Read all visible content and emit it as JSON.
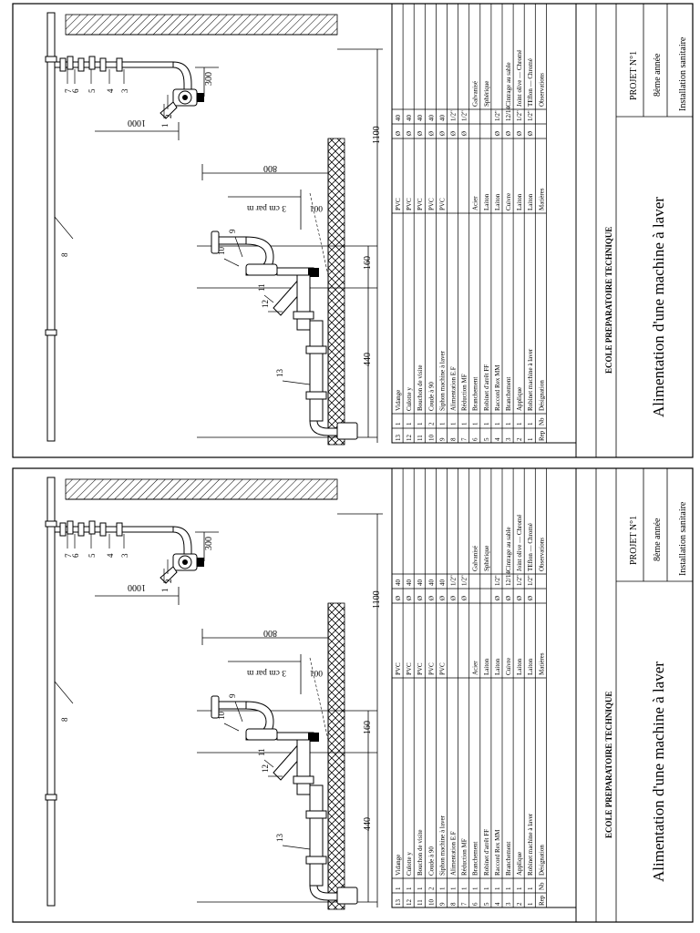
{
  "school": "ECOLE PREPARATOIRE TECHNIQUE",
  "drawing_title": "Alimentation d'une machine à laver",
  "project": {
    "name": "PROJET N°1",
    "level": "8ème année",
    "subject": "Installation sanitaire"
  },
  "dimensions": {
    "d300": "300",
    "d1000": "1000",
    "d800": "800",
    "d1100": "1100",
    "d160": "160",
    "d440": "440",
    "d001": "001",
    "slope": "3 cm par m"
  },
  "leaders": [
    "1",
    "2",
    "3",
    "4",
    "5",
    "6",
    "7",
    "8",
    "9",
    "10",
    "11",
    "12",
    "13"
  ],
  "bom_header": {
    "rep": "Rep",
    "nb": "Nb",
    "designation": "Désignation",
    "dim": "",
    "size": "",
    "material": "Matières",
    "observations": "Observations"
  },
  "bom_rows": [
    {
      "rep": "13",
      "nb": "1",
      "designation": "Vidange",
      "material": "PVC",
      "dim": "Ø",
      "size": "40",
      "observations": ""
    },
    {
      "rep": "12",
      "nb": "1",
      "designation": "Culotte y",
      "material": "PVC",
      "dim": "Ø",
      "size": "40",
      "observations": ""
    },
    {
      "rep": "11",
      "nb": "1",
      "designation": "Bouchon de visite",
      "material": "PVC",
      "dim": "Ø",
      "size": "40",
      "observations": ""
    },
    {
      "rep": "10",
      "nb": "2",
      "designation": "Coude à 90",
      "material": "PVC",
      "dim": "Ø",
      "size": "40",
      "observations": ""
    },
    {
      "rep": "9",
      "nb": "1",
      "designation": "Siphon machine à laver",
      "material": "PVC",
      "dim": "Ø",
      "size": "40",
      "observations": ""
    },
    {
      "rep": "8",
      "nb": "1",
      "designation": "Alimentation E.F",
      "material": "",
      "dim": "Ø",
      "size": "1/2\"",
      "observations": ""
    },
    {
      "rep": "7",
      "nb": "1",
      "designation": "Réduction MF",
      "material": "",
      "dim": "Ø",
      "size": "1/2\"",
      "observations": ""
    },
    {
      "rep": "6",
      "nb": "1",
      "designation": "Branchement",
      "material": "Acier",
      "dim": "",
      "size": "",
      "observations": "Galvanisé"
    },
    {
      "rep": "5",
      "nb": "1",
      "designation": "Robinet d'arrêt FF",
      "material": "Laiton",
      "dim": "",
      "size": "",
      "observations": "Sphérique"
    },
    {
      "rep": "4",
      "nb": "1",
      "designation": "Raccord Rex MM",
      "material": "Laiton",
      "dim": "Ø",
      "size": "1/2\"",
      "observations": ""
    },
    {
      "rep": "3",
      "nb": "1",
      "designation": "Branchement",
      "material": "Cuivre",
      "dim": "Ø",
      "size": "12/14",
      "observations": "Cintrage au sable"
    },
    {
      "rep": "2",
      "nb": "1",
      "designation": "Applique",
      "material": "Laiton",
      "dim": "Ø",
      "size": "1/2\"",
      "observations": "Joint olive — Chromé"
    },
    {
      "rep": "1",
      "nb": "1",
      "designation": "Robinet machine à laver",
      "material": "Laiton",
      "dim": "Ø",
      "size": "1/2\"",
      "observations": "TEflon — Chromé"
    }
  ]
}
